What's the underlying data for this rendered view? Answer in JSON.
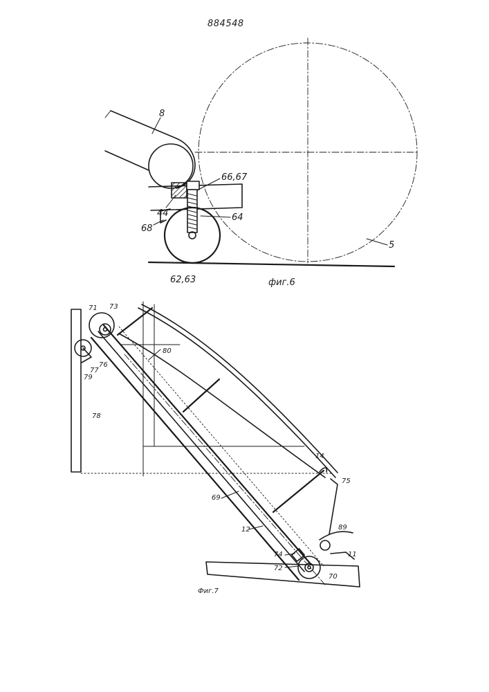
{
  "document": {
    "patent_number": "884548"
  },
  "figure6": {
    "caption": "фиг.6",
    "labels": {
      "l8": "8",
      "l66_67": "66,67",
      "l44": "44",
      "l64": "64",
      "l68": "68",
      "l5": "5",
      "l62_63": "62,63"
    }
  },
  "figure7": {
    "caption": "Фиг.7",
    "labels": {
      "l71": "71",
      "l73": "73",
      "l80": "80",
      "l76": "76",
      "l77": "77",
      "l79": "79",
      "l78": "78",
      "l14": "14",
      "l75": "75",
      "l69": "69",
      "l12": "12",
      "l89": "89",
      "l11": "11",
      "l74": "74",
      "l72": "72",
      "l70": "70"
    }
  }
}
